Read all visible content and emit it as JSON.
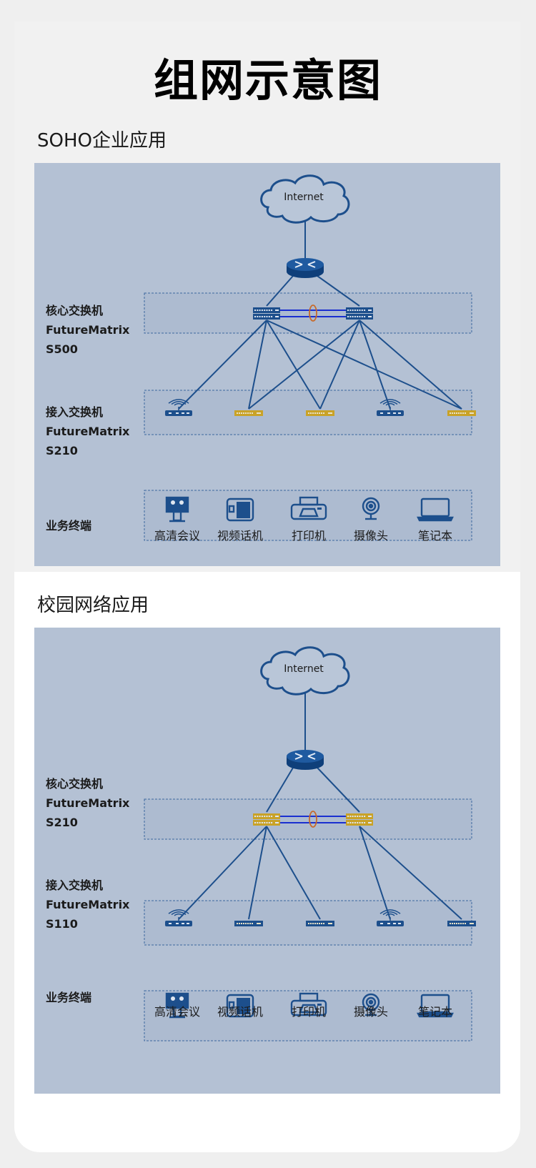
{
  "page_title": "组网示意图",
  "sections": [
    {
      "title": "SOHO企业应用",
      "internet_label": "Internet",
      "core": {
        "role": "核心交换机",
        "brand": "FutureMatrix",
        "model": "S500",
        "color": "blue"
      },
      "access": {
        "role": "接入交换机",
        "brand": "FutureMatrix",
        "model": "S210",
        "devices": [
          "ap",
          "switch-yellow",
          "switch-yellow",
          "ap",
          "switch-yellow"
        ]
      },
      "links": {
        "left_core": [
          0,
          1,
          2,
          4
        ],
        "right_core": [
          1,
          2,
          3,
          4
        ]
      },
      "terminals": {
        "role": "业务终端",
        "items": [
          "高清会议",
          "视频话机",
          "打印机",
          "摄像头",
          "笔记本"
        ]
      }
    },
    {
      "title": "校园网络应用",
      "internet_label": "Internet",
      "core": {
        "role": "核心交换机",
        "brand": "FutureMatrix",
        "model": "S210",
        "color": "yellow"
      },
      "access": {
        "role": "接入交换机",
        "brand": "FutureMatrix",
        "model": "S110",
        "devices": [
          "ap",
          "switch-blue",
          "switch-blue",
          "ap",
          "switch-blue"
        ]
      },
      "links": {
        "left_core": [
          0,
          1,
          2
        ],
        "right_core": [
          3,
          4
        ]
      },
      "terminals": {
        "role": "业务终端",
        "items": [
          "高清会议",
          "视频话机",
          "打印机",
          "摄像头",
          "笔记本"
        ]
      }
    }
  ],
  "colors": {
    "panel": "#b4c1d4",
    "device_blue": "#1d4f8c",
    "device_yellow": "#c9a227",
    "link_blue": "#1a2fd0",
    "lag_ring": "#c86a2a"
  }
}
